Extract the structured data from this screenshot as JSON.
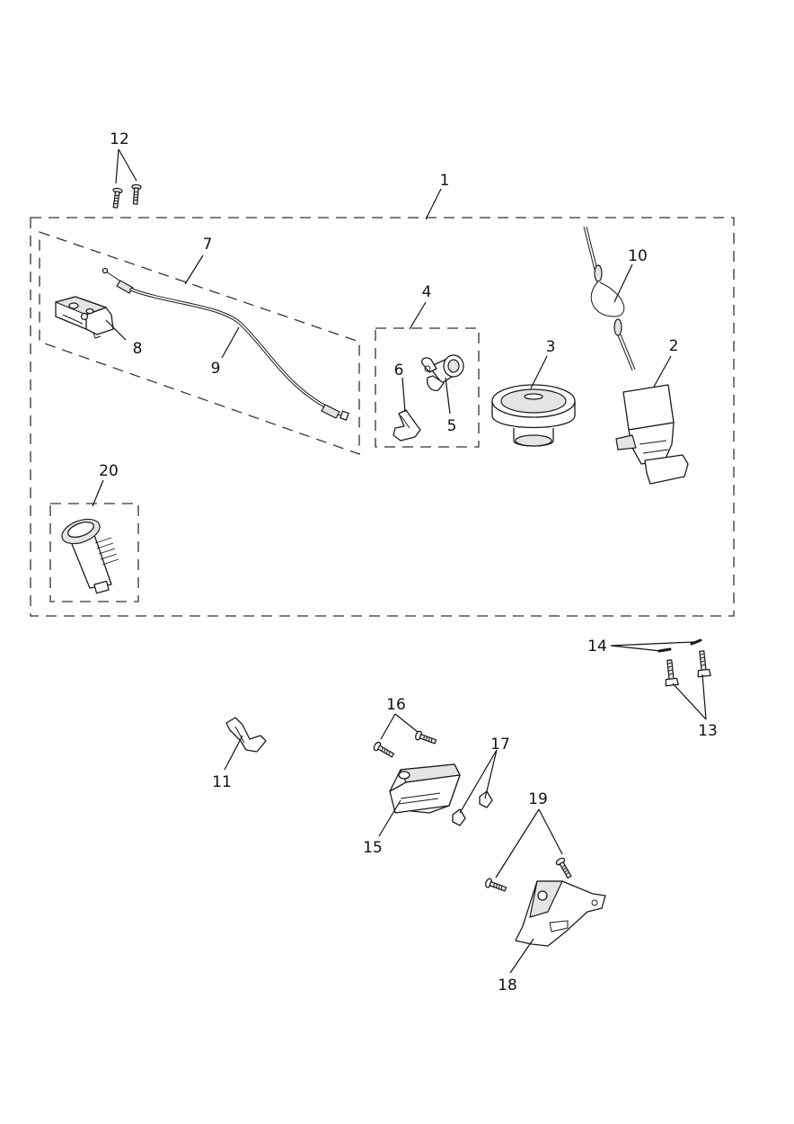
{
  "callouts": {
    "c1": "1",
    "c2": "2",
    "c3": "3",
    "c4": "4",
    "c5": "5",
    "c6": "6",
    "c7": "7",
    "c8": "8",
    "c9": "9",
    "c10": "10",
    "c11": "11",
    "c12": "12",
    "c13": "13",
    "c14": "14",
    "c15": "15",
    "c16": "16",
    "c17": "17",
    "c18": "18",
    "c19": "19",
    "c20": "20"
  },
  "colors": {
    "line": "#1a1a1a",
    "fill_shade": "#e4e4e4",
    "background": "#ffffff"
  }
}
